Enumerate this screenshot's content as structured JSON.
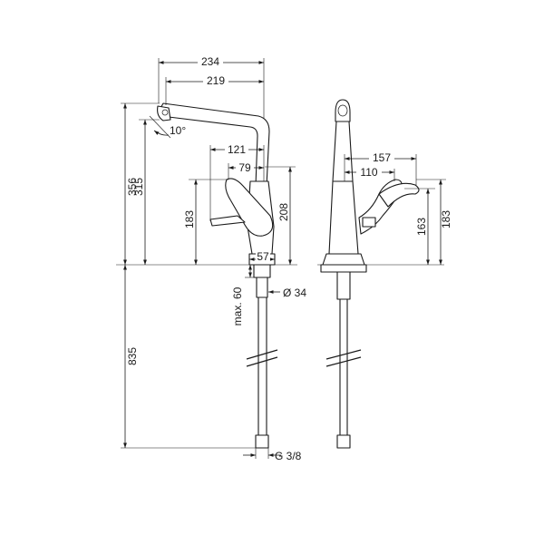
{
  "drawing": {
    "side_view": {
      "dim_total_reach": "234",
      "dim_spout_reach": "219",
      "dim_spout_angle": "10°",
      "dim_handle_reach": "121",
      "dim_handle_offset": "79",
      "dim_total_height": "356",
      "dim_spout_height": "315",
      "dim_handle_height": "183",
      "dim_body_height": "208",
      "dim_base_diameter": "57",
      "dim_max_deck": "max. 60",
      "dim_hole_diameter": "Ø 34",
      "dim_hose_length": "835",
      "dim_thread": "G 3/8"
    },
    "front_view": {
      "dim_handle_outer": "157",
      "dim_handle_inner": "110",
      "dim_lever_height_low": "163",
      "dim_lever_height_high": "183"
    }
  }
}
